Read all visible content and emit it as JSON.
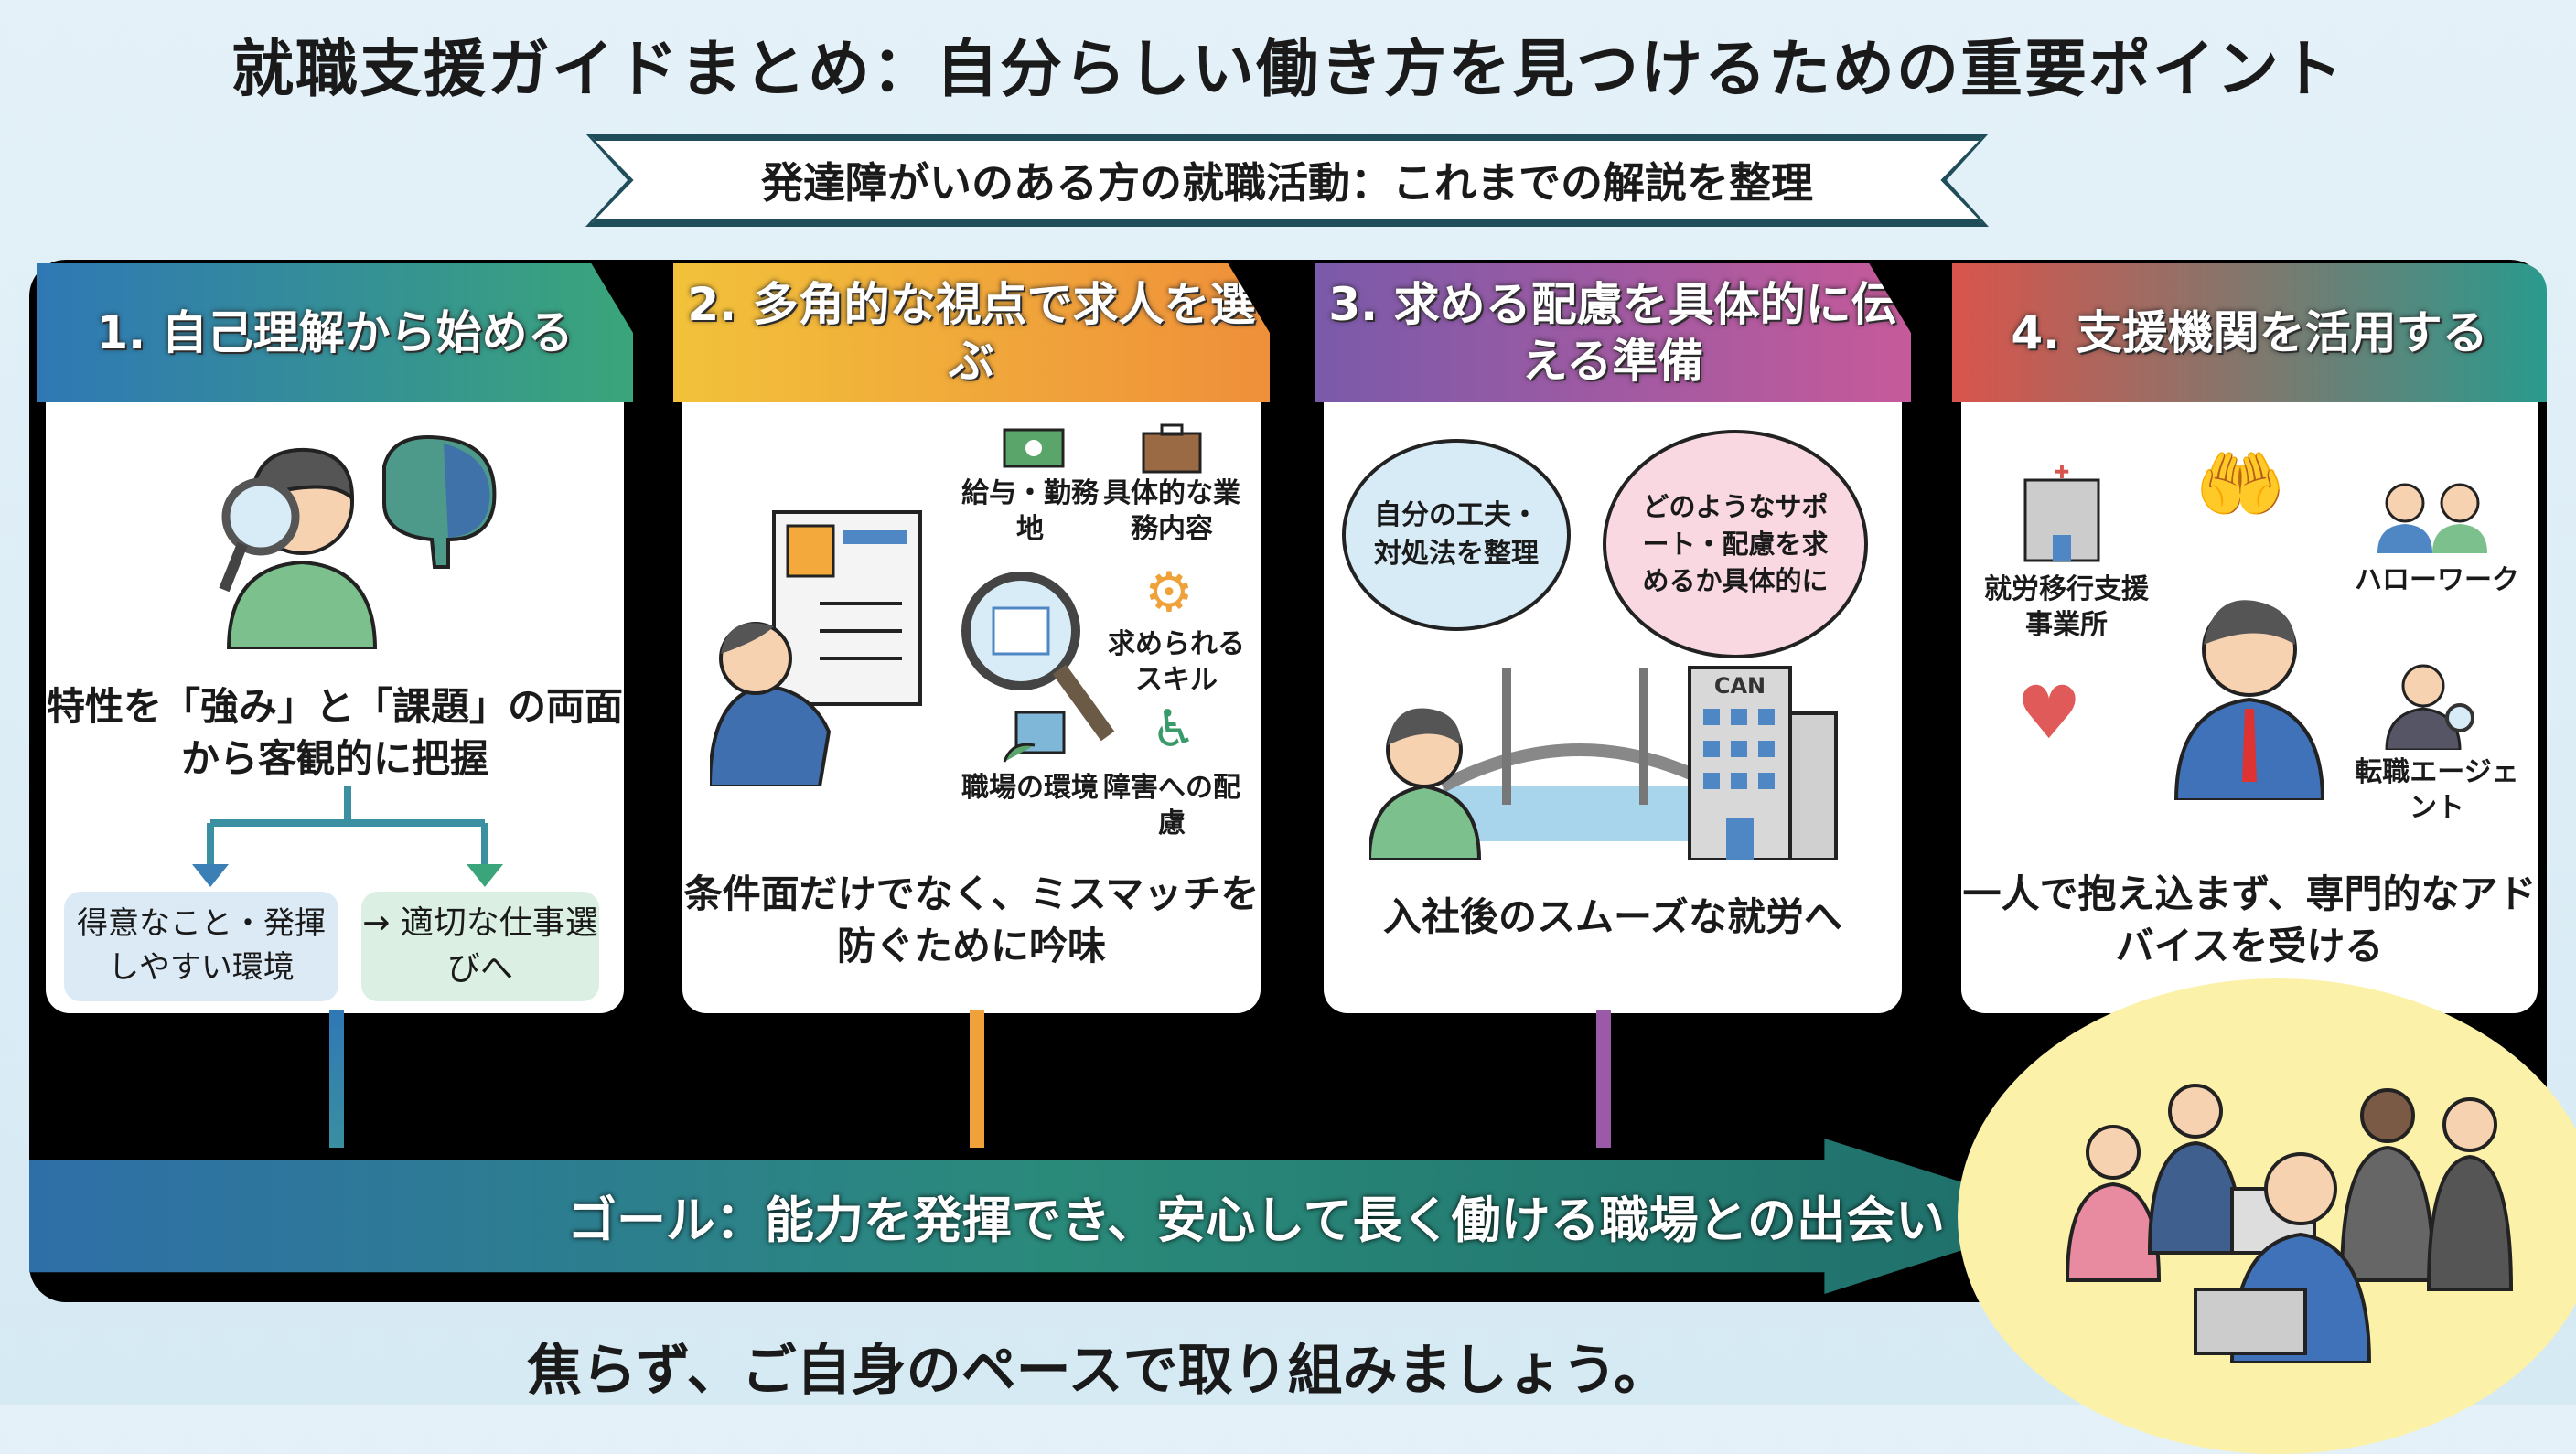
{
  "title": "就職支援ガイドまとめ：自分らしい働き方を見つけるための重要ポイント",
  "subtitle": "発達障がいのある方の就職活動：これまでの解説を整理",
  "panels": [
    {
      "heading": "1. 自己理解から始める",
      "caption": "特性を「強み」と「課題」の両面から客観的に把握",
      "boxes": [
        "得意なこと・発揮しやすい環境",
        "→ 適切な仕事選びへ"
      ],
      "color": "#2e7fb0"
    },
    {
      "heading": "2. 多角的な視点で求人を選ぶ",
      "caption": "条件面だけでなく、ミスマッチを防ぐために吟味",
      "icons": [
        "給与・勤務地",
        "具体的な業務内容",
        "求められるスキル",
        "職場の環境",
        "障害への配慮"
      ],
      "color": "#f0a23a"
    },
    {
      "heading": "3. 求める配慮を具体的に伝える準備",
      "caption": "入社後のスムーズな就労へ",
      "bubbles": [
        "自分の工夫・対処法を整理",
        "どのようなサポート・配慮を求めるか具体的に"
      ],
      "building_label": "CAN",
      "color": "#9a5aa8"
    },
    {
      "heading": "4. 支援機関を活用する",
      "caption": "一人で抱え込まず、専門的なアドバイスを受ける",
      "icons": [
        "就労移行支援事業所",
        "ハローワーク",
        "転職エージェント"
      ],
      "color": "#d9544c"
    }
  ],
  "goal": "ゴール：能力を発揮でき、安心して長く働ける職場との出会い",
  "footer": "焦らず、ご自身のペースで取り組みましょう。"
}
